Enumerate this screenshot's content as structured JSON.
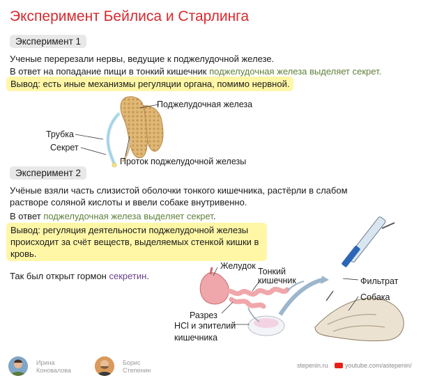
{
  "title": "Эксперимент Бейлиса и Старлинга",
  "exp1": {
    "badge": "Эксперимент 1",
    "line1": "Ученые перерезали нервы, ведущие к поджелудочной железе.",
    "line2_prefix": "В ответ на попадание пищи в тонкий кишечник ",
    "line2_highlight": "поджелудочная железа выделяет секрет.",
    "conclusion": "Вывод: есть иные механизмы регуляции органа, помимо нервной."
  },
  "figure1": {
    "pancreas_label": "Поджелудочная железа",
    "tube_label": "Трубка",
    "secret_label": "Секрет",
    "duct_label": "Проток поджелудочной железы"
  },
  "exp2": {
    "badge": "Эксперимент  2",
    "line1": "Учёные взяли часть слизистой оболочки тонкого кишечника, растёрли в слабом",
    "line2": "растворе соляной кислоты и ввели собаке внутривенно.",
    "line3_prefix": "В ответ ",
    "line3_highlight": "поджелудочная железа выделяет секрет",
    "line3_suffix": ".",
    "conclusion_l1": "Вывод: регуляция деятельности поджелудочной железы",
    "conclusion_l2": "происходит за счёт веществ, выделяемых стенкой кишки в",
    "conclusion_l3": "кровь.",
    "final_prefix": "Так был открыт гормон ",
    "final_hormone": "секретин",
    "final_suffix": "."
  },
  "figure2": {
    "stomach_label": "Желудок",
    "intestine_label_l1": "Тонкий",
    "intestine_label_l2": "кишечник",
    "cut_label": "Разрез",
    "hcl_label_l1": "HCl и эпителий",
    "hcl_label_l2": "кишечника",
    "filtrate_label": "Фильтрат",
    "dog_label": "Собака"
  },
  "footer": {
    "author1_l1": "Ирина",
    "author1_l2": "Коновалова",
    "author2_l1": "Борис",
    "author2_l2": "Степенин",
    "site": "stepenin.ru",
    "youtube": "youtube.com/astepenin/"
  },
  "colors": {
    "title": "#d8292f",
    "highlight_text": "#5f7f3a",
    "hormone": "#6b3f8c",
    "conclusion_bg": "#fff6a6"
  }
}
